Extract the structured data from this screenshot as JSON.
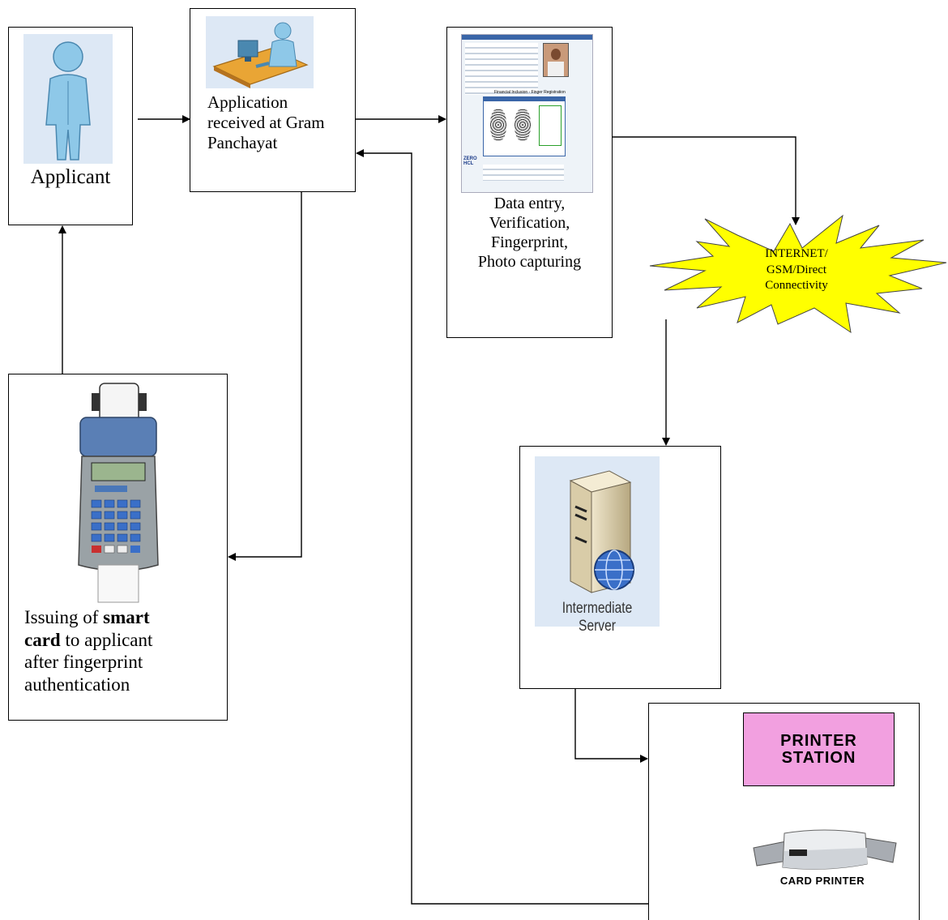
{
  "applicant": {
    "label": "Applicant"
  },
  "gram_panchayat": {
    "lines": [
      "Application",
      "received at Gram",
      "Panchayat"
    ]
  },
  "data_entry": {
    "lines": [
      "Data entry,",
      "Verification,",
      "Fingerprint,",
      "Photo capturing"
    ]
  },
  "internet": {
    "lines": [
      "INTERNET/",
      "GSM/Direct",
      "Connectivity"
    ]
  },
  "intermediate_server": {
    "label": "Intermediate Server"
  },
  "smart_card": {
    "line1_pre": "Issuing of ",
    "line1_bold": "smart",
    "line2_bold": "card",
    "line2_post": " to applicant",
    "line3": "after fingerprint",
    "line4": "authentication"
  },
  "printer_station": {
    "line1": "PRINTER",
    "line2": "STATION"
  },
  "card_printer": {
    "label": "CARD PRINTER"
  },
  "screen_mock": {
    "title": "Financial Inclusion - Finger Registration",
    "logo": "ZERO HCL"
  },
  "colors": {
    "burst": "#ffff00",
    "printer_station": "#f2a0e0",
    "icon_background": "#dde8f5",
    "person": "#8ec8e8"
  }
}
